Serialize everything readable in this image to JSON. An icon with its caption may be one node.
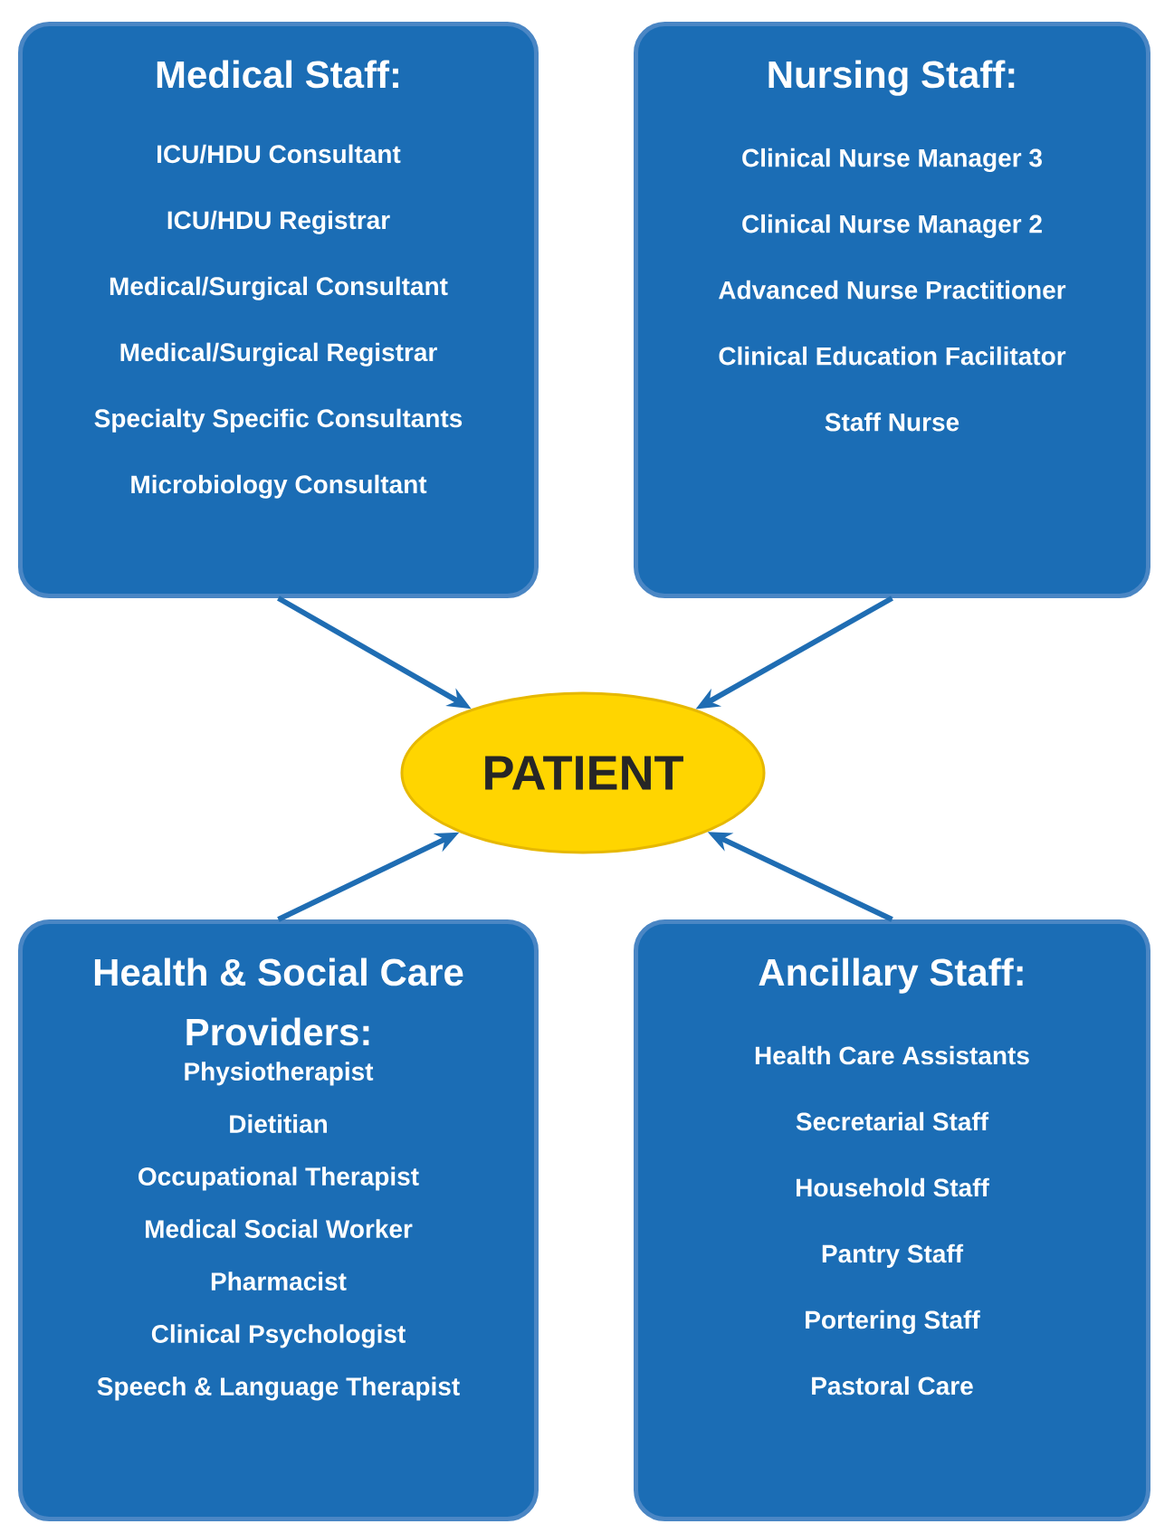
{
  "diagram": {
    "nodes": [
      {
        "text": [
          "Medical Staff:",
          "ICU/HDU Consultant",
          "ICU/HDU Registrar",
          "Medical/Surgical Consultant",
          "Medical/Surgical Registrar",
          "Specialty Specific Consultants",
          "Microbiology Consultant"
        ]
      },
      {
        "text": [
          "Nursing Staff:",
          "Clinical Nurse Manager 3",
          "Clinical Nurse Manager 2",
          "Advanced Nurse Practitioner",
          "Clinical Education Facilitator",
          "Staff Nurse"
        ]
      },
      {
        "text": [
          "PATIENT"
        ]
      },
      {
        "text": [
          "Health & Social Care Providers:",
          "Physiotherapist",
          "Dietitian",
          "Occupational Therapist",
          "Medical Social Worker",
          "Pharmacist",
          "Clinical Psychologist",
          "Speech & Language Therapist"
        ]
      },
      {
        "text": [
          "Ancillary Staff:",
          "Health Care Assistants",
          "Secretarial Staff",
          "Household Staff",
          "Pantry Staff",
          "Portering Staff",
          "Pastoral Care"
        ]
      }
    ],
    "edges": [
      {
        "from": 0,
        "to": 2,
        "arrow": "to"
      },
      {
        "from": 1,
        "to": 2,
        "arrow": "to"
      },
      {
        "from": 3,
        "to": 2,
        "arrow": "to"
      },
      {
        "from": 4,
        "to": 2,
        "arrow": "to"
      }
    ]
  }
}
